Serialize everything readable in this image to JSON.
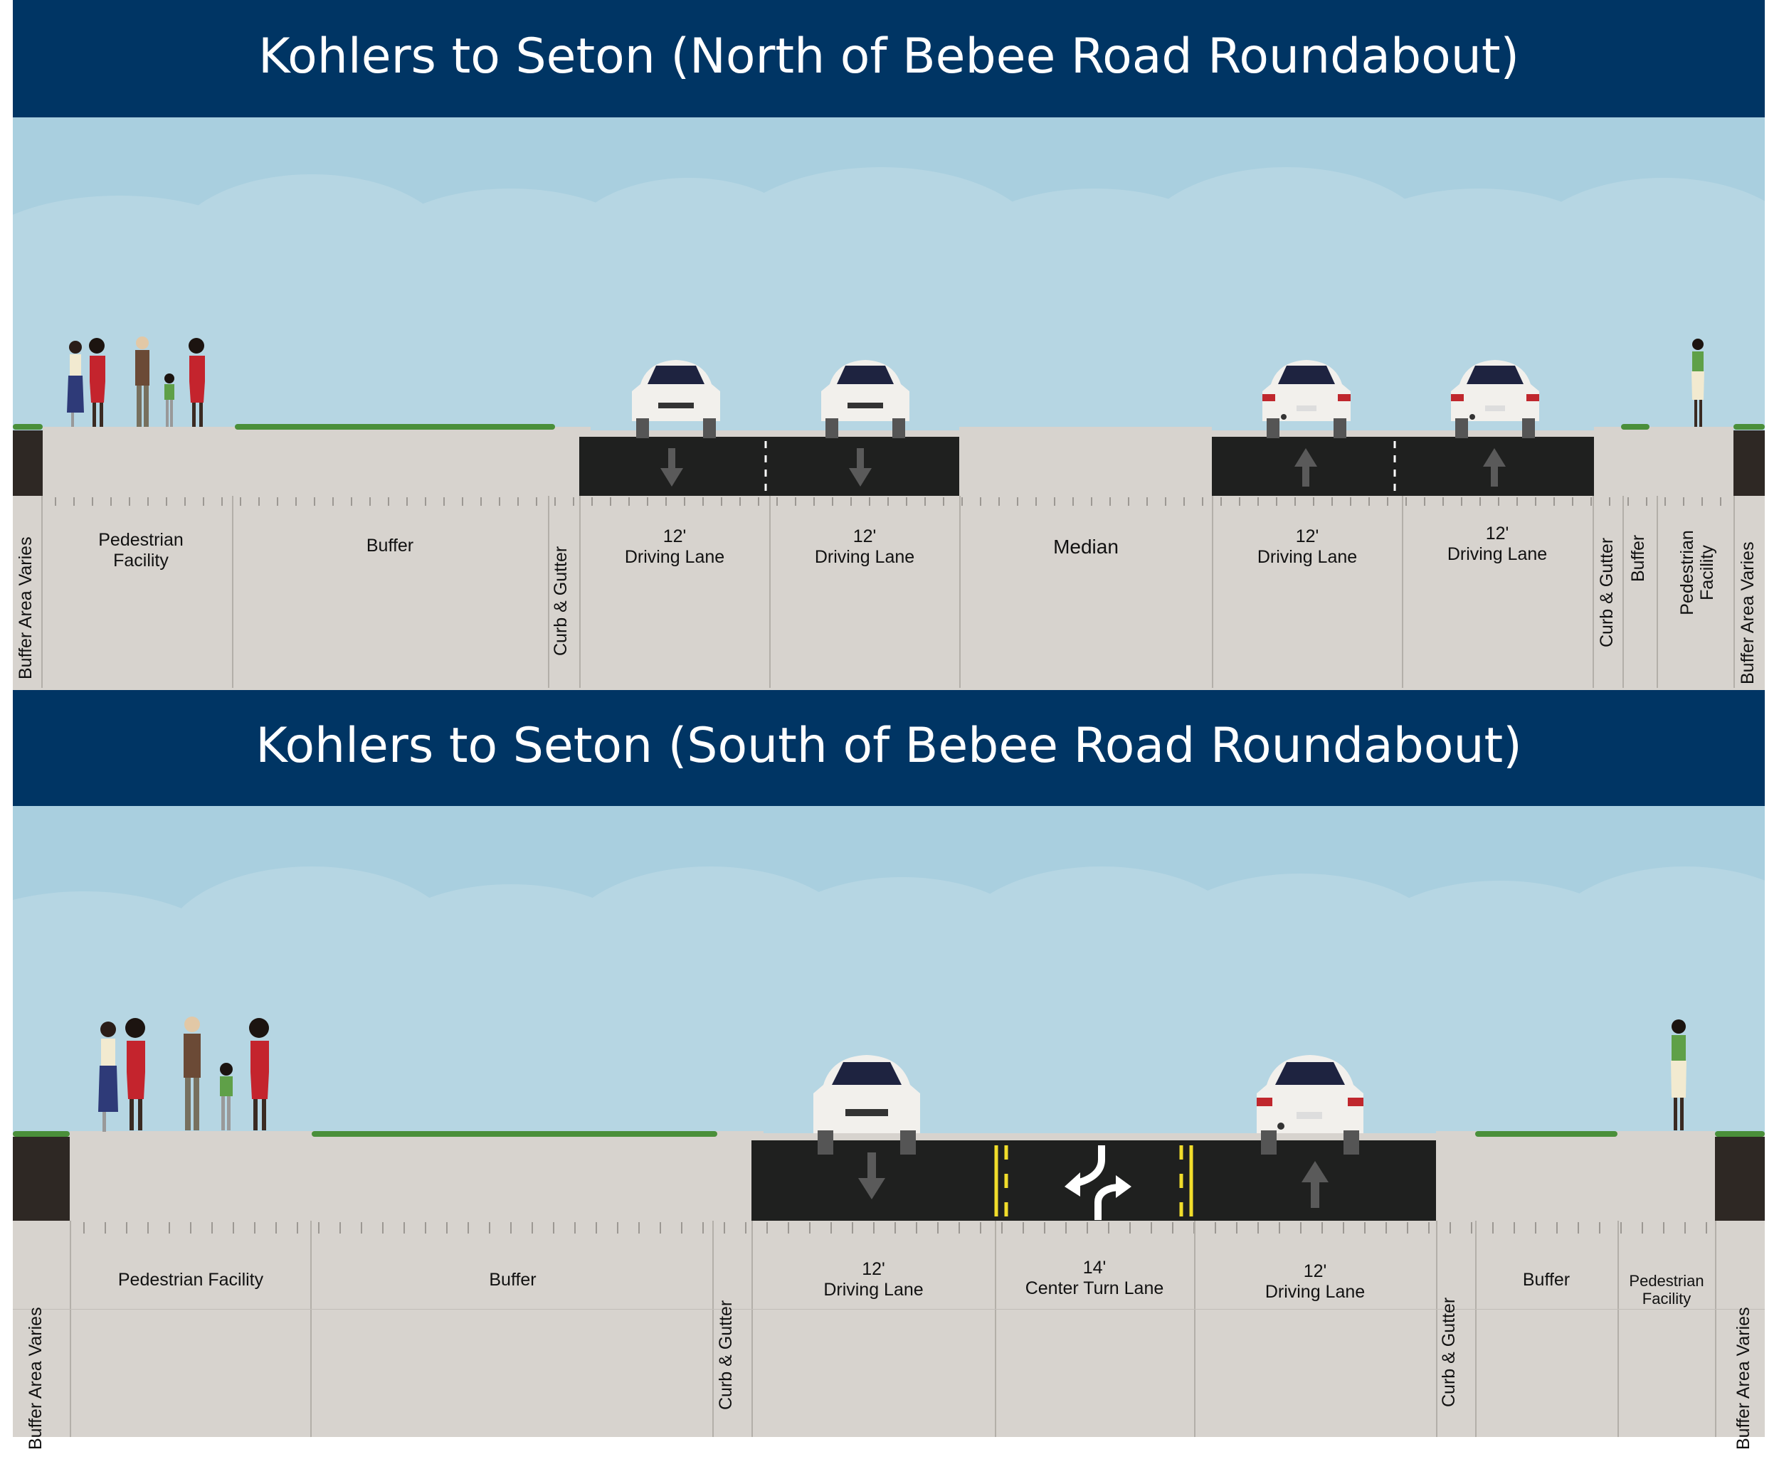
{
  "colors": {
    "title_bg": "#003564",
    "sky": "#a9cfdf",
    "ground": "#d7d3ce",
    "asphalt": "#1f201f",
    "lane_marking_yellow": "#f1dd2b",
    "grass": "#4a8f3a"
  },
  "north": {
    "title": "Kohlers to Seton (North of Bebee Road Roundabout)",
    "segments": {
      "buffer_area_left": "Buffer Area Varies",
      "ped_facility_line1": "Pedestrian",
      "ped_facility_line2": "Facility",
      "buffer": "Buffer",
      "curb_gutter_left": "Curb & Gutter",
      "lane1_width": "12'",
      "lane1_name": "Driving Lane",
      "lane2_width": "12'",
      "lane2_name": "Driving Lane",
      "median": "Median",
      "lane3_width": "12'",
      "lane3_name": "Driving Lane",
      "lane4_width": "12'",
      "lane4_name": "Driving Lane",
      "curb_gutter_right": "Curb & Gutter",
      "buffer_right": "Buffer",
      "ped_facility_right": "Pedestrian Facility",
      "buffer_area_right": "Buffer Area Varies"
    }
  },
  "south": {
    "title": "Kohlers to Seton (South of Bebee Road Roundabout)",
    "segments": {
      "buffer_area_left": "Buffer Area Varies",
      "ped_facility": "Pedestrian Facility",
      "buffer": "Buffer",
      "curb_gutter_left": "Curb & Gutter",
      "lane1_width": "12'",
      "lane1_name": "Driving Lane",
      "center_width": "14'",
      "center_name": "Center Turn Lane",
      "lane2_width": "12'",
      "lane2_name": "Driving Lane",
      "curb_gutter_right": "Curb & Gutter",
      "buffer_right": "Buffer",
      "ped_facility_right_line1": "Pedestrian",
      "ped_facility_right_line2": "Facility",
      "buffer_area_right": "Buffer Area Varies"
    }
  }
}
